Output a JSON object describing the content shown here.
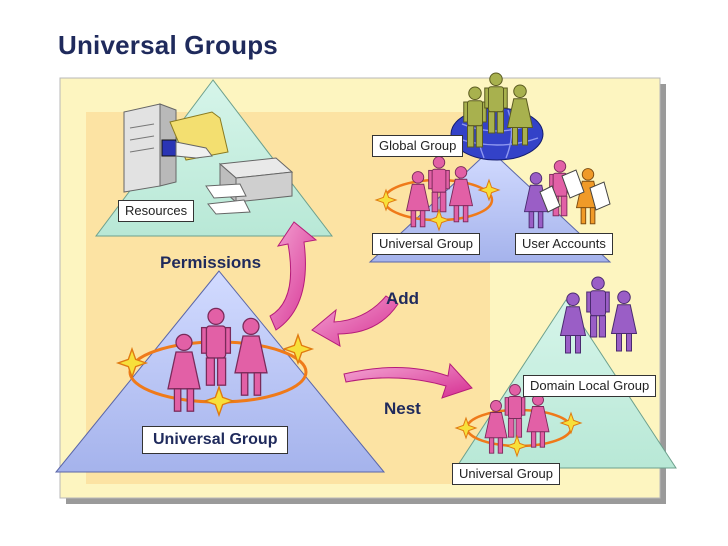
{
  "slide": {
    "title": "Universal Groups"
  },
  "labels": {
    "resources": "Resources",
    "permissions": "Permissions",
    "global_group": "Global Group",
    "universal_group_top": "Universal Group",
    "user_accounts": "User Accounts",
    "add": "Add",
    "universal_group_main": "Universal Group",
    "domain_local_group": "Domain Local Group",
    "nest": "Nest",
    "universal_group_bottom": "Universal Group"
  },
  "colors": {
    "panel_fill": "#fdf5c0",
    "inner_panel_fill": "#fce3a3",
    "triangle_green": "#c6eedf",
    "triangle_blue": "#b7c3f2",
    "arrow_pink": "#e64aa6",
    "ring_orange": "#ef7a1a",
    "star_yellow": "#f7e03a",
    "person_pink": "#e260a6",
    "person_purple": "#9a5ec6",
    "person_olive": "#a8b14e",
    "person_orange": "#f09a28",
    "globe_blue": "#3342c8"
  },
  "icons": [
    "server-icon",
    "folder-icon",
    "hand-icon",
    "printer-icon",
    "globe-icon",
    "person-icon",
    "star-icon",
    "document-icon"
  ]
}
